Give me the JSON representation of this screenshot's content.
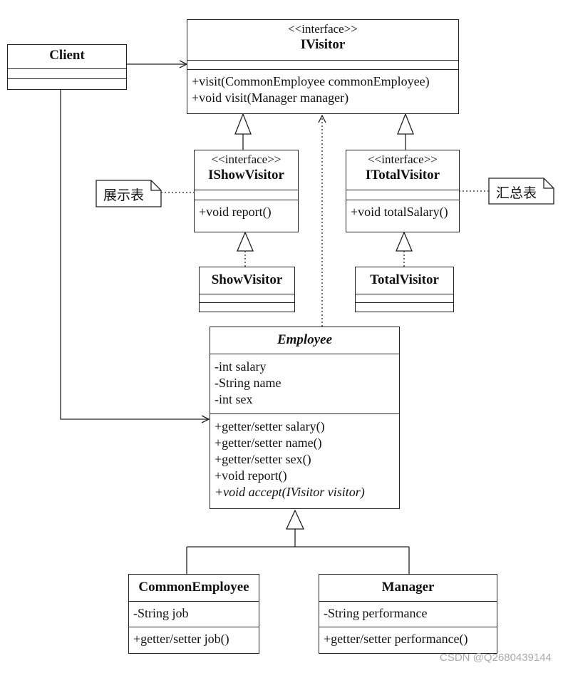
{
  "client": {
    "name": "Client"
  },
  "ivisitor": {
    "stereotype": "<<interface>>",
    "name": "IVisitor",
    "methods": [
      "+visit(CommonEmployee commonEmployee)",
      "+void visit(Manager manager)"
    ]
  },
  "ishowvisitor": {
    "stereotype": "<<interface>>",
    "name": "IShowVisitor",
    "methods": [
      "+void report()"
    ]
  },
  "itotalvisitor": {
    "stereotype": "<<interface>>",
    "name": "ITotalVisitor",
    "methods": [
      "+void totalSalary()"
    ]
  },
  "showvisitor": {
    "name": "ShowVisitor"
  },
  "totalvisitor": {
    "name": "TotalVisitor"
  },
  "employee": {
    "name": "Employee",
    "attributes": [
      "-int salary",
      "-String name",
      "-int sex"
    ],
    "methods": [
      "+getter/setter salary()",
      "+getter/setter name()",
      "+getter/setter sex()",
      "+void  report()",
      "+void accept(IVisitor visitor)"
    ]
  },
  "commonemployee": {
    "name": "CommonEmployee",
    "attributes": [
      "-String job"
    ],
    "methods": [
      "+getter/setter job()"
    ]
  },
  "manager": {
    "name": "Manager",
    "attributes": [
      "-String performance"
    ],
    "methods": [
      "+getter/setter performance()"
    ]
  },
  "notes": {
    "show": "展示表",
    "total": "汇总表"
  },
  "watermark": "CSDN @Q2680439144"
}
